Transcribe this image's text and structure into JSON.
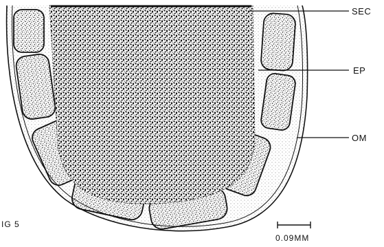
{
  "figure": {
    "figure_label": "IG 5",
    "labels": {
      "sec": "SEC",
      "ep": "EP",
      "om": "OM"
    },
    "scale_bar": {
      "text": "0.09MM"
    }
  },
  "colors": {
    "ink": "#111111",
    "paper": "#ffffff",
    "stipple": "#333333"
  }
}
